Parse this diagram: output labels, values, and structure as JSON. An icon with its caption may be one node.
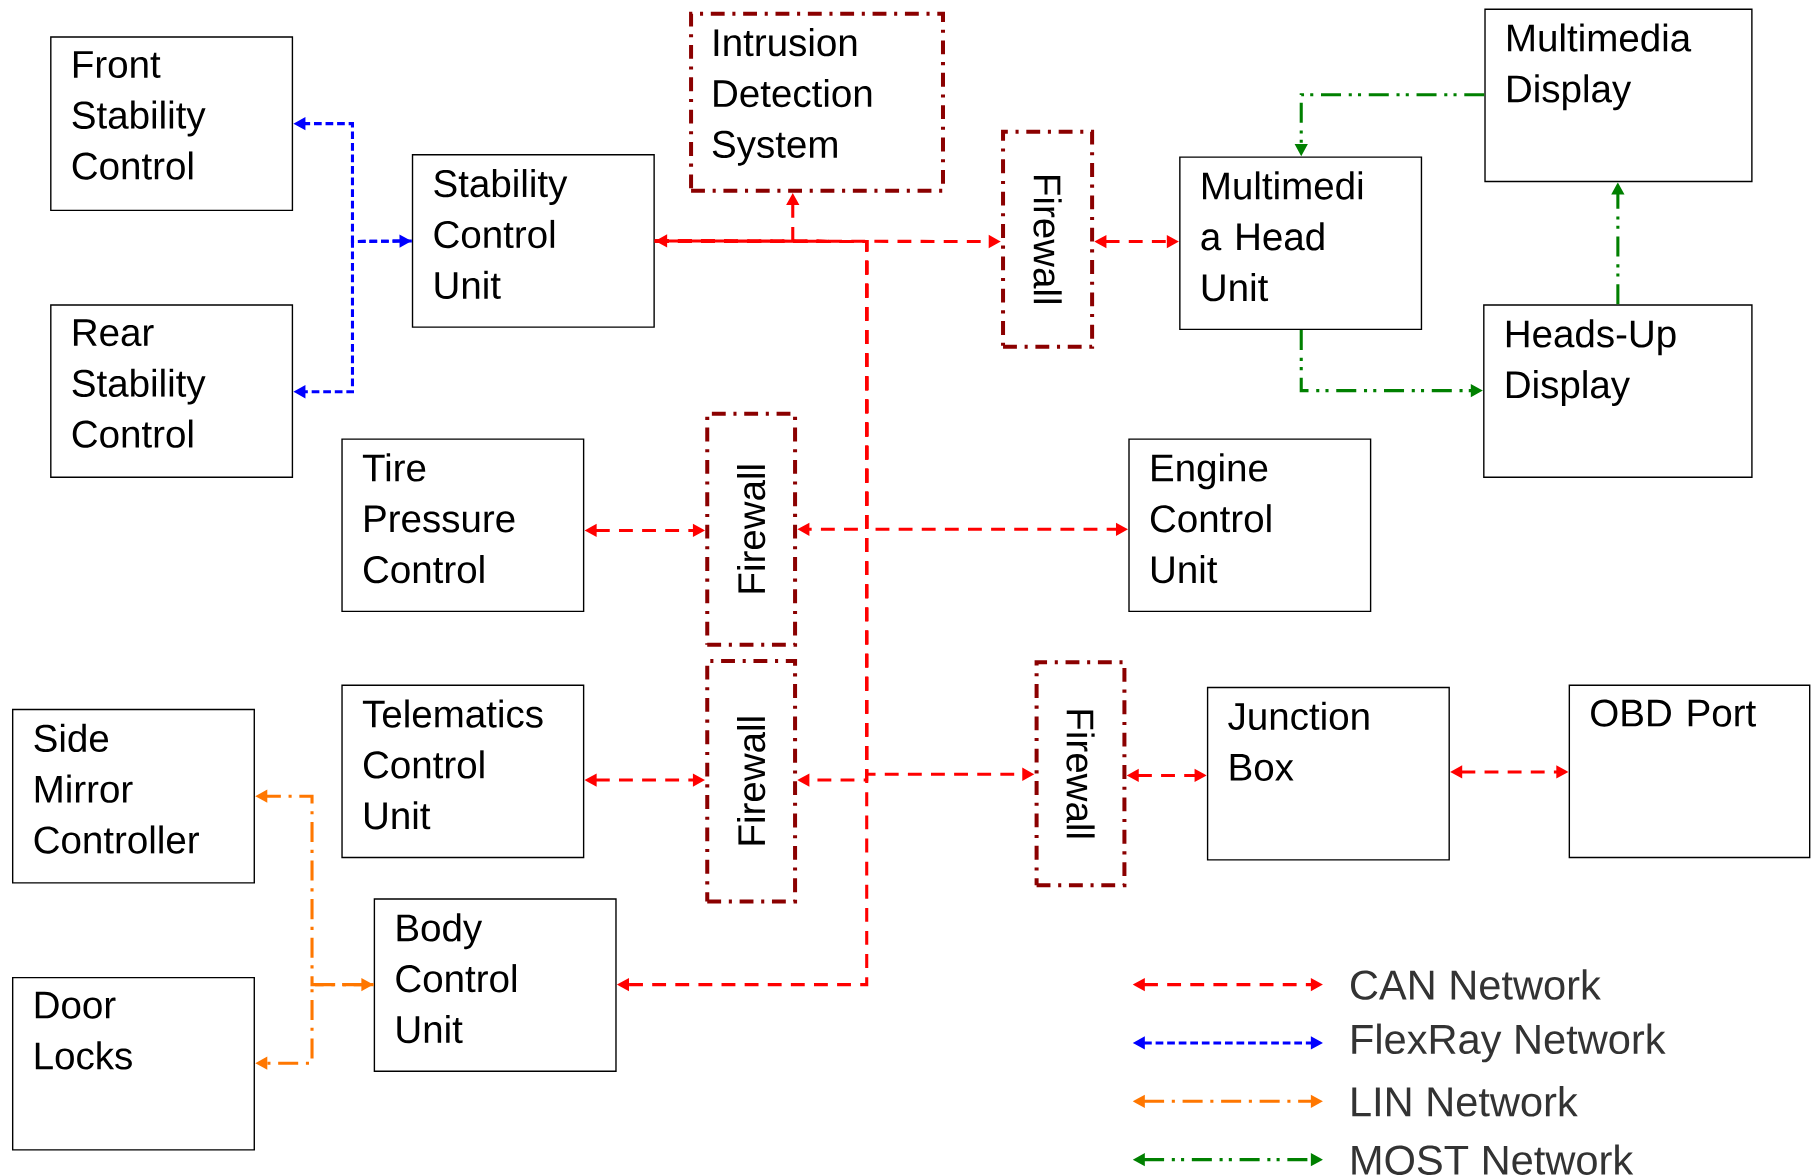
{
  "diagram": {
    "nodes": [
      {
        "text": [
          "Front Stability Control"
        ]
      },
      {
        "text": [
          "Rear Stability Control"
        ]
      },
      {
        "text": [
          "Stability Control Unit"
        ]
      },
      {
        "text": [
          "Intrusion Detection System"
        ]
      },
      {
        "text": [
          "Firewall"
        ]
      },
      {
        "text": [
          "Multimedi a Head Unit"
        ]
      },
      {
        "text": [
          "Multimedia Display"
        ]
      },
      {
        "text": [
          "Heads-Up Display"
        ]
      },
      {
        "text": [
          "Tire Pressure Control"
        ]
      },
      {
        "text": [
          "Firewall"
        ]
      },
      {
        "text": [
          "Engine Control Unit"
        ]
      },
      {
        "text": [
          "Side Mirror Controller"
        ]
      },
      {
        "text": [
          "Telematics Control Unit"
        ]
      },
      {
        "text": [
          "Firewall"
        ]
      },
      {
        "text": [
          "Firewall"
        ]
      },
      {
        "text": [
          "Junction Box"
        ]
      },
      {
        "text": [
          "OBD Port"
        ]
      },
      {
        "text": [
          "Door Locks"
        ]
      },
      {
        "text": [
          "Body Control Unit"
        ]
      }
    ],
    "edges": [
      {
        "from": 2,
        "to": 0,
        "arrow": "both",
        "style": "dashed",
        "color": "#0000ff"
      },
      {
        "from": 2,
        "to": 1,
        "arrow": "to",
        "style": "dashed",
        "color": "#0000ff"
      },
      {
        "from": 2,
        "to": 3,
        "arrow": "to",
        "style": "dashed"
      },
      {
        "from": 2,
        "to": 4,
        "arrow": "both",
        "style": "dashed"
      },
      {
        "from": 2,
        "to": 9,
        "arrow": "to",
        "style": "dashed"
      },
      {
        "from": 2,
        "to": 10,
        "arrow": "to",
        "style": "dashed"
      },
      {
        "from": 2,
        "to": 13,
        "arrow": "to",
        "style": "dashed"
      },
      {
        "from": 2,
        "to": 14,
        "arrow": "to",
        "style": "dashed"
      },
      {
        "from": 2,
        "to": 18,
        "arrow": "to",
        "style": "dashed"
      },
      {
        "from": 4,
        "to": 5,
        "arrow": "both",
        "style": "dashed"
      },
      {
        "from": 8,
        "to": 9,
        "arrow": "both",
        "style": "dashed"
      },
      {
        "from": 12,
        "to": 13,
        "arrow": "both",
        "style": "dashed"
      },
      {
        "from": 14,
        "to": 15,
        "arrow": "both",
        "style": "dashed"
      },
      {
        "from": 15,
        "to": 16,
        "arrow": "both",
        "style": "dashed"
      },
      {
        "from": 6,
        "to": 5,
        "arrow": "to",
        "style": "dashed",
        "color": "#008000"
      },
      {
        "from": 5,
        "to": 7,
        "arrow": "to",
        "style": "dashed",
        "color": "#008000"
      },
      {
        "from": 7,
        "to": 6,
        "arrow": "to",
        "style": "dashed",
        "color": "#008000"
      },
      {
        "from": 18,
        "to": 11,
        "arrow": "both",
        "style": "dashed",
        "color": "#ff7700"
      },
      {
        "from": 18,
        "to": 17,
        "arrow": "to",
        "style": "dashed",
        "color": "#ff7700"
      }
    ],
    "legend": [
      {
        "text": "CAN Network"
      },
      {
        "text": "FlexRay Network"
      },
      {
        "text": "LIN Network"
      },
      {
        "text": "MOST Network"
      }
    ]
  }
}
